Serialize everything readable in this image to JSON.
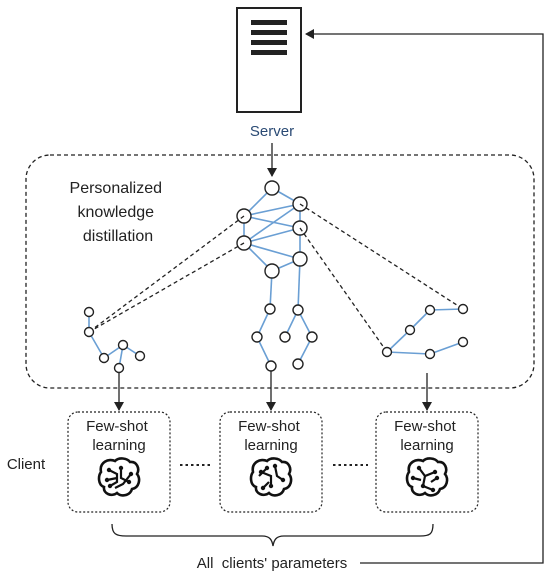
{
  "server_label": "Server",
  "distillation_label": [
    "Personalized",
    "knowledge",
    "distillation"
  ],
  "client_label": "Client",
  "clients": [
    {
      "title": [
        "Few-shot",
        "learning"
      ],
      "icon": "brain-circuit-icon"
    },
    {
      "title": [
        "Few-shot",
        "learning"
      ],
      "icon": "brain-circuit-icon"
    },
    {
      "title": [
        "Few-shot",
        "learning"
      ],
      "icon": "brain-circuit-icon"
    }
  ],
  "feedback_label": "All  clients' parameters",
  "colors": {
    "edge": "#6a9fd4",
    "line": "#222222"
  }
}
